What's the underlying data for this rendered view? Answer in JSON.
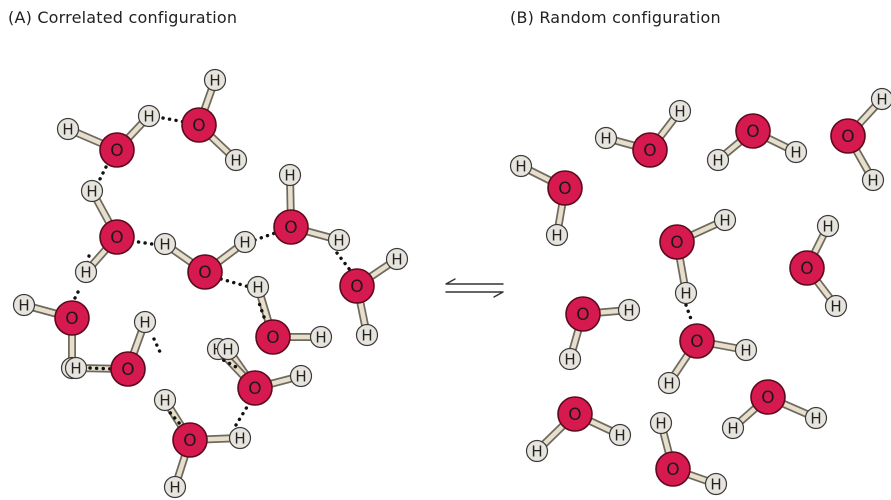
{
  "panels": [
    {
      "title": "(A)  Correlated configuration"
    },
    {
      "title": "(B)  Random configuration"
    }
  ],
  "labels": {
    "oxygen": "O",
    "hydrogen": "H"
  },
  "equilibrium_symbol": "⇌",
  "colors": {
    "oxygen_fill": "#d6194f",
    "oxygen_stroke": "#5a0a1c",
    "hydrogen_fill": "#e6e4dc",
    "hydrogen_stroke": "#3a3a3a",
    "bond": "#e7dfcb",
    "hbond": "#111111"
  }
}
